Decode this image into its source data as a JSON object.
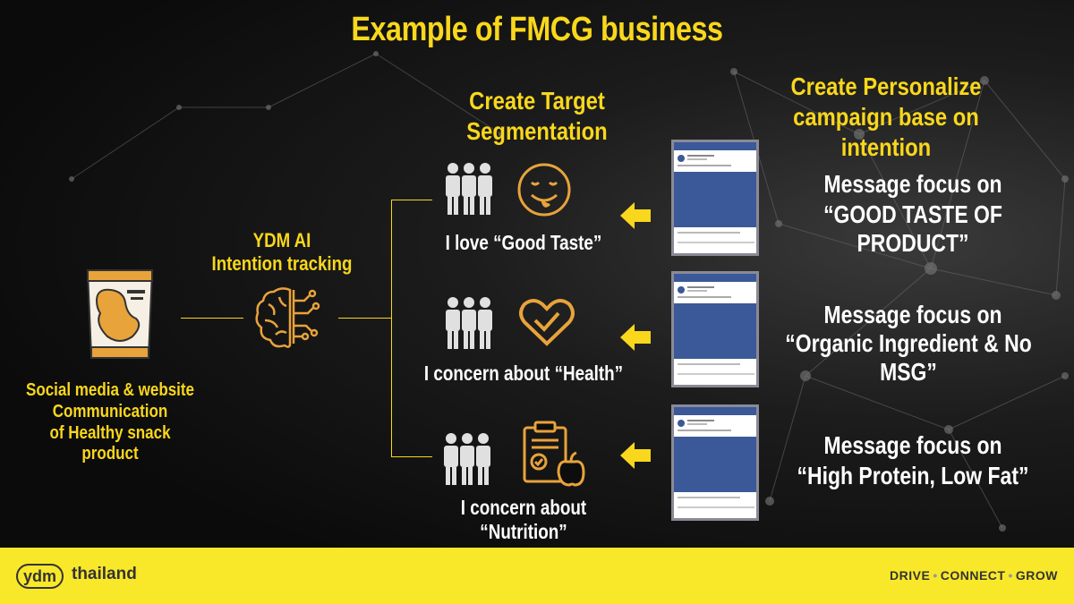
{
  "title": "Example of FMCG business",
  "headers": {
    "segmentation": "Create Target Segmentation",
    "campaign_line1": "Create Personalize",
    "campaign_line2": "campaign base on intention"
  },
  "source": {
    "line1": "Social media & website",
    "line2": "Communication",
    "line3": "of Healthy snack product",
    "icon": "snack-bag-icon"
  },
  "ai": {
    "line1": "YDM AI",
    "line2": "Intention tracking",
    "icon": "brain-circuit-icon"
  },
  "segments": [
    {
      "label": "I love “Good Taste”",
      "icon": "tasty-face-icon",
      "message_line1": "Message focus on",
      "message_line2": "“GOOD TASTE OF PRODUCT”"
    },
    {
      "label": "I concern about “Health”",
      "icon": "heart-check-icon",
      "message_line1": "Message focus on",
      "message_line2": "“Organic Ingredient & No MSG”"
    },
    {
      "label": "I concern about “Nutrition”",
      "icon": "clipboard-apple-icon",
      "message_line1": "Message focus on",
      "message_line2": "“High Protein, Low Fat”"
    }
  ],
  "footer": {
    "logo": "ydm",
    "logo_suffix": "thailand",
    "tag1": "DRIVE",
    "tag2": "CONNECT",
    "tag3": "GROW"
  },
  "colors": {
    "accent": "#f9d71c",
    "footer_bg": "#f9e82a",
    "facebook_blue": "#3b5998"
  }
}
